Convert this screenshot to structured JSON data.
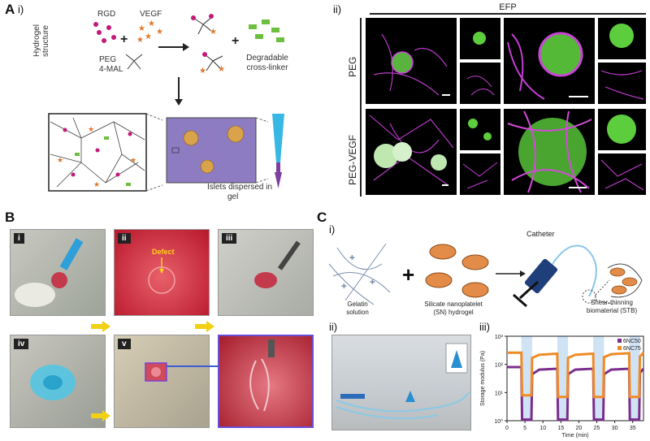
{
  "panelA": {
    "letter": "A",
    "sub_i": "i)",
    "sub_ii": "ii)",
    "hydrogel_structure": "Hydrogel structure",
    "rgd": "RGD",
    "vegf": "VEGF",
    "peg": "PEG",
    "peg_mal": "4-MAL",
    "plus": "+",
    "degradable": "Degradable",
    "crosslinker": "cross-linker",
    "islets_line1": "Islets dispersed in",
    "islets_line2": "gel",
    "efp": "EFP",
    "row_peg": "PEG",
    "row_pegvegf": "PEG-VEGF"
  },
  "panelB": {
    "letter": "B",
    "tags": [
      "i",
      "ii",
      "iii",
      "iv",
      "v"
    ],
    "defect": "Defect"
  },
  "panelC": {
    "letter": "C",
    "sub_i": "i)",
    "sub_ii": "ii)",
    "sub_iii": "iii)",
    "catheter": "Catheter",
    "gelatin_line1": "Gelatin",
    "gelatin_line2": "solution",
    "silicate_line1": "Silicate nanoplatelet",
    "silicate_line2": "(SN) hydrogel",
    "stb_line1": "Shear-thinning",
    "stb_line2": "biomaterial (STB)",
    "plus": "+"
  },
  "chart_data": {
    "type": "line",
    "xlabel": "Time (min)",
    "ylabel": "Storage modulus (Pa)",
    "xlim": [
      0,
      38
    ],
    "ylim_log": [
      0,
      3
    ],
    "ytick_labels": [
      "10⁰",
      "10¹",
      "10²",
      "10³"
    ],
    "xticks": [
      0,
      5,
      10,
      15,
      20,
      25,
      30,
      35
    ],
    "shaded_intervals": [
      [
        4,
        7
      ],
      [
        14,
        17
      ],
      [
        24,
        27
      ],
      [
        34,
        37
      ]
    ],
    "legend_position": "top-right",
    "series": [
      {
        "name": "6NC50",
        "color": "#7b2d8e",
        "x": [
          0,
          4,
          4.2,
          6.8,
          7,
          9,
          14,
          14.2,
          16.8,
          17,
          19,
          24,
          24.2,
          26.8,
          27,
          29,
          34,
          34.2,
          36.8,
          37,
          38
        ],
        "y": [
          80,
          80,
          1.1,
          1.1,
          45,
          65,
          70,
          1.1,
          1.1,
          45,
          65,
          70,
          1.1,
          1.1,
          45,
          65,
          70,
          1.1,
          1.1,
          50,
          70
        ]
      },
      {
        "name": "6NC75",
        "color": "#f08a24",
        "x": [
          0,
          4,
          4.2,
          6.8,
          7,
          9,
          14,
          14.2,
          16.8,
          17,
          19,
          24,
          24.2,
          26.8,
          27,
          29,
          34,
          34.2,
          36.8,
          37,
          38
        ],
        "y": [
          260,
          260,
          8,
          8,
          170,
          220,
          240,
          7,
          7,
          170,
          220,
          240,
          7,
          7,
          180,
          230,
          250,
          7,
          7,
          190,
          260
        ]
      }
    ]
  }
}
